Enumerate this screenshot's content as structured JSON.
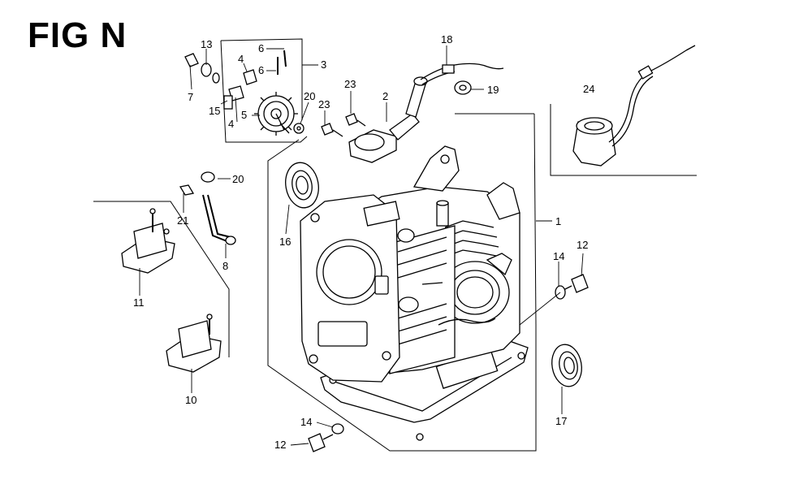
{
  "title": "FIG N",
  "callouts": [
    {
      "id": "c13",
      "text": "13"
    },
    {
      "id": "c7",
      "text": "7"
    },
    {
      "id": "c4a",
      "text": "4"
    },
    {
      "id": "c6a",
      "text": "6"
    },
    {
      "id": "c6b",
      "text": "6"
    },
    {
      "id": "c3",
      "text": "3"
    },
    {
      "id": "c15",
      "text": "15"
    },
    {
      "id": "c4b",
      "text": "4"
    },
    {
      "id": "c5",
      "text": "5"
    },
    {
      "id": "c20a",
      "text": "20"
    },
    {
      "id": "c23a",
      "text": "23"
    },
    {
      "id": "c23b",
      "text": "23"
    },
    {
      "id": "c2",
      "text": "2"
    },
    {
      "id": "c18",
      "text": "18"
    },
    {
      "id": "c19",
      "text": "19"
    },
    {
      "id": "c24",
      "text": "24"
    },
    {
      "id": "c20b",
      "text": "20"
    },
    {
      "id": "c21",
      "text": "21"
    },
    {
      "id": "c8",
      "text": "8"
    },
    {
      "id": "c16",
      "text": "16"
    },
    {
      "id": "c1",
      "text": "1"
    },
    {
      "id": "c14a",
      "text": "14"
    },
    {
      "id": "c12a",
      "text": "12"
    },
    {
      "id": "c11",
      "text": "11"
    },
    {
      "id": "c10",
      "text": "10"
    },
    {
      "id": "c17",
      "text": "17"
    },
    {
      "id": "c14b",
      "text": "14"
    },
    {
      "id": "c12b",
      "text": "12"
    }
  ]
}
